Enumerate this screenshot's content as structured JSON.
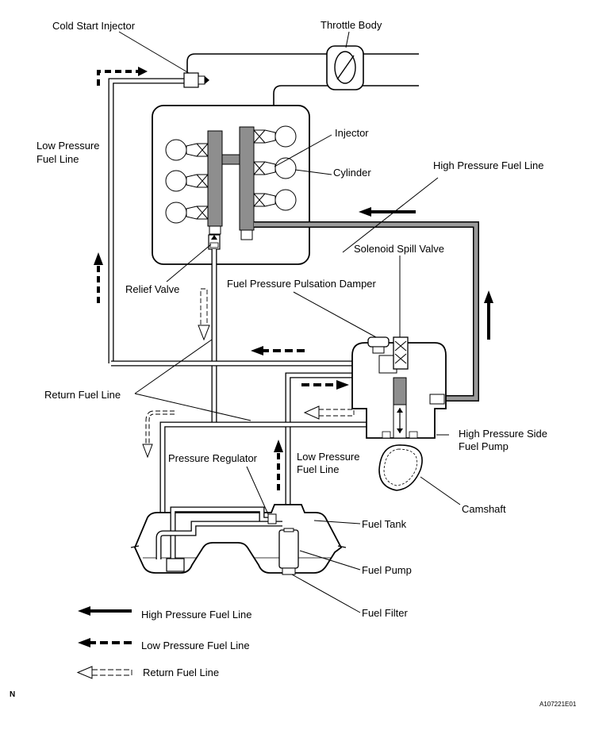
{
  "labels": {
    "cold_start_injector": "Cold Start Injector",
    "throttle_body": "Throttle Body",
    "injector": "Injector",
    "cylinder": "Cylinder",
    "low_pressure_fuel_line_top_1": "Low Pressure",
    "low_pressure_fuel_line_top_2": "Fuel Line",
    "high_pressure_fuel_line": "High Pressure Fuel Line",
    "solenoid_spill_valve": "Solenoid Spill Valve",
    "relief_valve": "Relief Valve",
    "fuel_pressure_pulsation_damper": "Fuel Pressure Pulsation Damper",
    "return_fuel_line": "Return Fuel Line",
    "high_pressure_side_fuel_pump_1": "High Pressure Side",
    "high_pressure_side_fuel_pump_2": "Fuel Pump",
    "pressure_regulator": "Pressure Regulator",
    "low_pressure_fuel_line_mid_1": "Low Pressure",
    "low_pressure_fuel_line_mid_2": "Fuel Line",
    "camshaft": "Camshaft",
    "fuel_tank": "Fuel Tank",
    "fuel_pump": "Fuel Pump",
    "fuel_filter": "Fuel Filter"
  },
  "legend": {
    "high_pressure": "High Pressure Fuel Line",
    "low_pressure": "Low Pressure Fuel Line",
    "return": "Return Fuel Line"
  },
  "corner_mark": "N",
  "figure_id": "A107221E01",
  "colors": {
    "line": "#000000",
    "high_pressure_fill": "#9a9a9a",
    "component_fill": "#8e8e8e",
    "background": "#ffffff"
  }
}
